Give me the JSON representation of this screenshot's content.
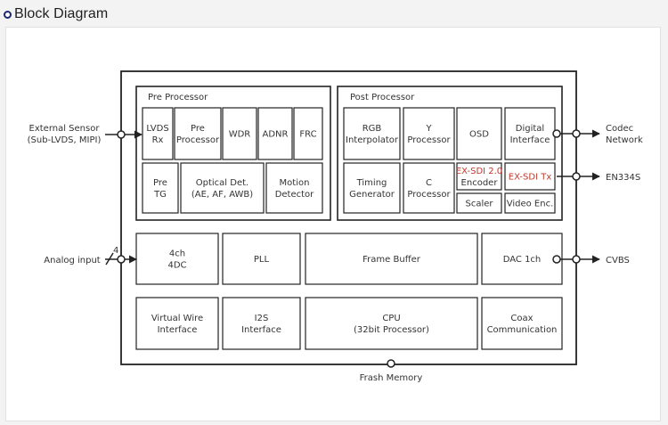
{
  "header": {
    "title": "Block Diagram"
  },
  "colors": {
    "line": "#222222",
    "text": "#333333",
    "highlight": "#c0392b"
  },
  "diagram": {
    "groups": {
      "pre": "Pre Processor",
      "post": "Post Processor"
    },
    "blocks": {
      "lvds": [
        "LVDS",
        "Rx"
      ],
      "pre_proc": [
        "Pre",
        "Processor"
      ],
      "wdr": [
        "WDR"
      ],
      "adnr": [
        "ADNR"
      ],
      "frc": [
        "FRC"
      ],
      "pre_tg": [
        "Pre",
        "TG"
      ],
      "optical": [
        "Optical Det.",
        "(AE, AF, AWB)"
      ],
      "motion": [
        "Motion",
        "Detector"
      ],
      "rgb": [
        "RGB",
        "Interpolator"
      ],
      "y_proc": [
        "Y",
        "Processor"
      ],
      "osd": [
        "OSD"
      ],
      "digital": [
        "Digital",
        "Interface"
      ],
      "timing": [
        "Timing",
        "Generator"
      ],
      "c_proc": [
        "C",
        "Processor"
      ],
      "exsdi_enc": [
        "EX-SDI 2.0",
        "Encoder"
      ],
      "exsdi_tx": [
        "EX-SDI Tx"
      ],
      "scaler": [
        "Scaler"
      ],
      "video_enc": [
        "Video Enc."
      ],
      "adc": [
        "4ch",
        "4DC"
      ],
      "pll": [
        "PLL"
      ],
      "frame": [
        "Frame Buffer"
      ],
      "dac": [
        "DAC 1ch"
      ],
      "vwire": [
        "Virtual Wire",
        "Interface"
      ],
      "i2s": [
        "I2S",
        "Interface"
      ],
      "cpu": [
        "CPU",
        "(32bit Processor)"
      ],
      "coax": [
        "Coax",
        "Communication"
      ]
    },
    "io": {
      "ext_sensor": [
        "External Sensor",
        "(Sub-LVDS, MIPI)"
      ],
      "analog": [
        "Analog input"
      ],
      "analog_bus": [
        "4"
      ],
      "codec": [
        "Codec",
        "Network"
      ],
      "en3345": [
        "EN334S"
      ],
      "cvbs": [
        "CVBS"
      ],
      "flash": [
        "Frash Memory"
      ]
    },
    "highlighted": [
      "exsdi_tx"
    ],
    "highlighted_lines": {
      "exsdi_enc": [
        0
      ]
    }
  }
}
